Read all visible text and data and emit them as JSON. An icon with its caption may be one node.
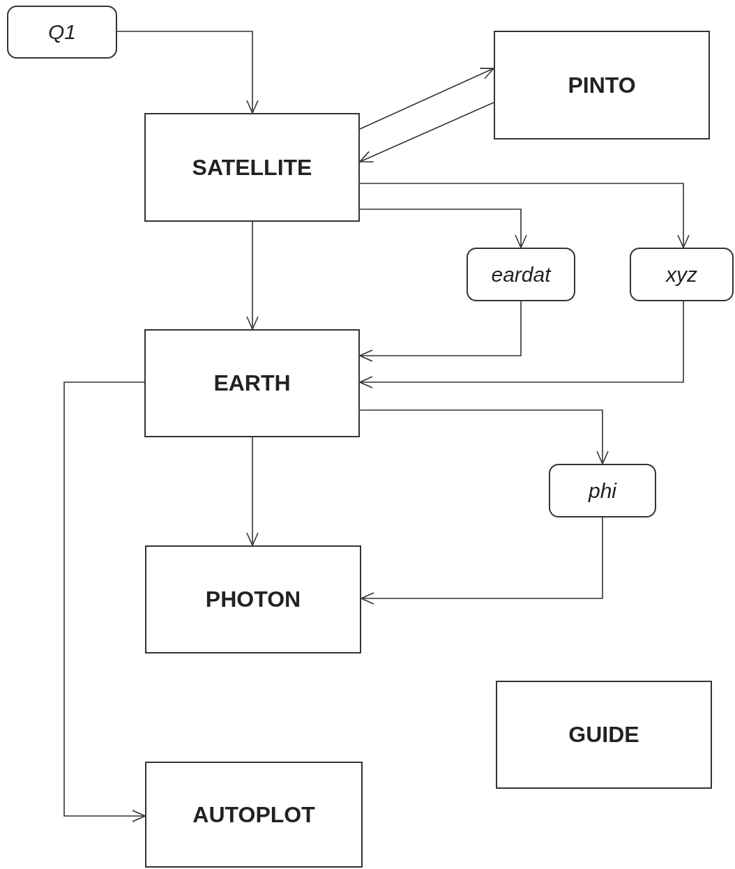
{
  "diagram": {
    "nodes": [
      {
        "text": [
          "Q1"
        ]
      },
      {
        "text": [
          "SATELLITE"
        ]
      },
      {
        "text": [
          "PINTO"
        ]
      },
      {
        "text": [
          "eardat"
        ]
      },
      {
        "text": [
          "xyz"
        ]
      },
      {
        "text": [
          "EARTH"
        ]
      },
      {
        "text": [
          "phi"
        ]
      },
      {
        "text": [
          "PHOTON"
        ]
      },
      {
        "text": [
          "GUIDE"
        ]
      },
      {
        "text": [
          "AUTOPLOT"
        ]
      }
    ],
    "edges": [
      {
        "from": 0,
        "to": 1,
        "arrow": "to"
      },
      {
        "from": 1,
        "to": 2,
        "arrow": "to"
      },
      {
        "from": 2,
        "to": 1,
        "arrow": "to"
      },
      {
        "from": 1,
        "to": 5,
        "arrow": "to"
      },
      {
        "from": 1,
        "to": 3,
        "arrow": "to"
      },
      {
        "from": 1,
        "to": 4,
        "arrow": "to"
      },
      {
        "from": 3,
        "to": 5,
        "arrow": "to"
      },
      {
        "from": 4,
        "to": 5,
        "arrow": "to"
      },
      {
        "from": 5,
        "to": 6,
        "arrow": "to"
      },
      {
        "from": 5,
        "to": 7,
        "arrow": "to"
      },
      {
        "from": 6,
        "to": 7,
        "arrow": "to"
      },
      {
        "from": 5,
        "to": 9,
        "arrow": "to"
      }
    ]
  }
}
